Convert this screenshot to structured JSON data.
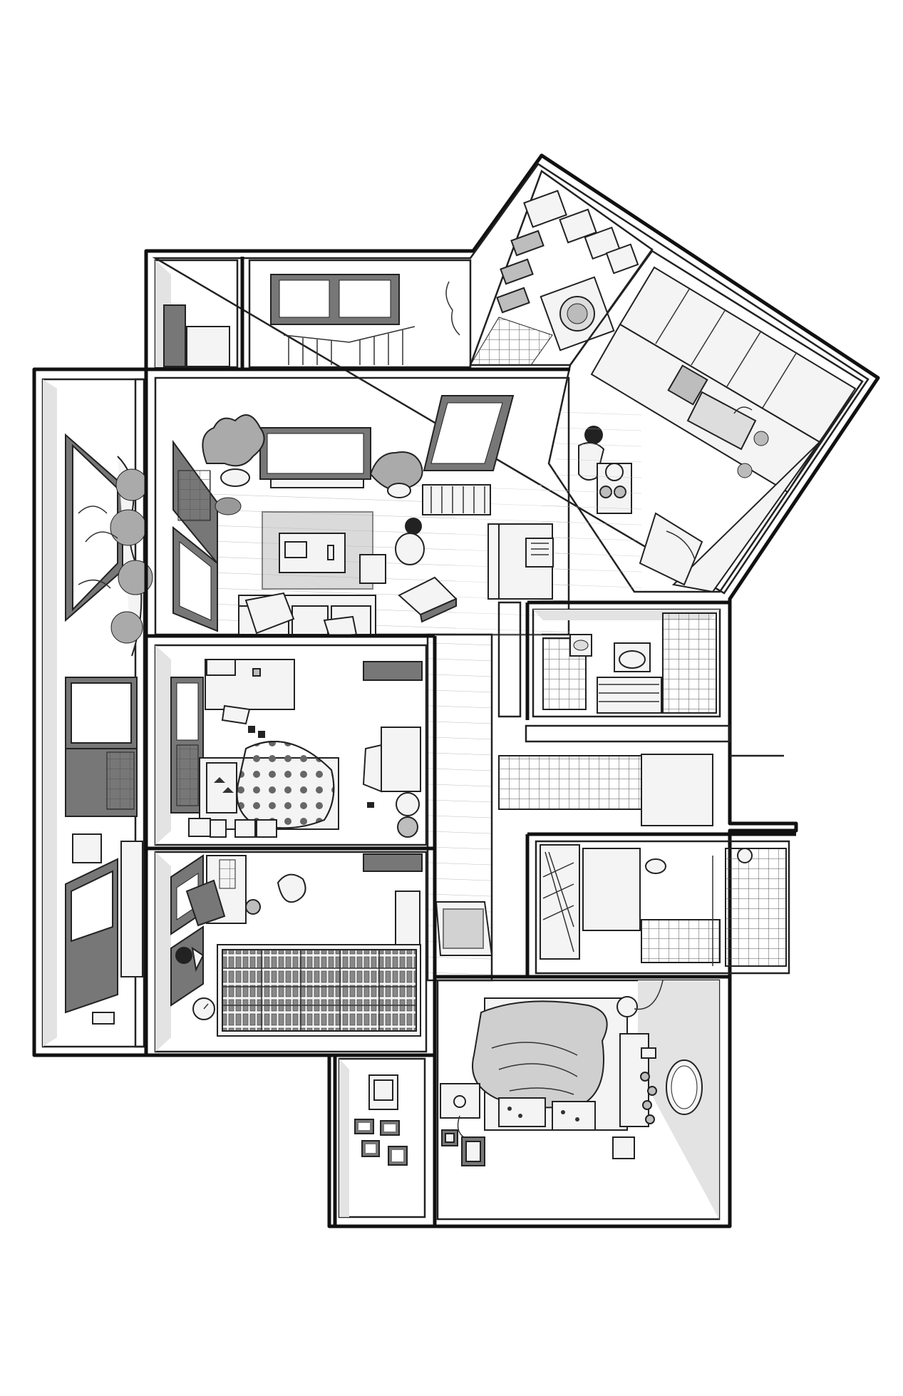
{
  "colors": {
    "wall": "#111111",
    "floor": "#ffffff",
    "shade": "#e3e3e3",
    "furniture_dark": "#777777",
    "furniture_mid": "#bdbdbd"
  },
  "rooms": [
    {
      "id": "balcony-left"
    },
    {
      "id": "entry-closet"
    },
    {
      "id": "stairwell"
    },
    {
      "id": "laundry"
    },
    {
      "id": "kitchen"
    },
    {
      "id": "living-room"
    },
    {
      "id": "bedroom-1"
    },
    {
      "id": "study"
    },
    {
      "id": "bathroom-1"
    },
    {
      "id": "hallway"
    },
    {
      "id": "bathroom-2"
    },
    {
      "id": "master-bedroom"
    },
    {
      "id": "small-balcony"
    }
  ],
  "icons": [
    "plant-icon",
    "tv-icon",
    "sofa-icon",
    "bed-icon",
    "bookshelf-icon",
    "person-icon",
    "cat-icon",
    "bathtub-icon",
    "toilet-icon",
    "sink-icon",
    "washing-machine-icon",
    "mirror-icon",
    "desk-icon",
    "chair-icon"
  ]
}
